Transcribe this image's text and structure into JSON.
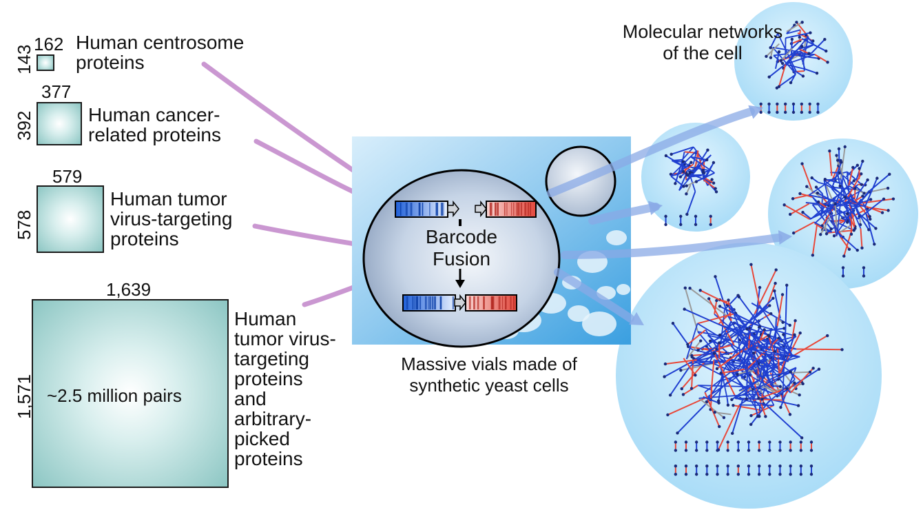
{
  "inputs": [
    {
      "width": "162",
      "height": "143",
      "label": "Human centrosome\nproteins"
    },
    {
      "width": "377",
      "height": "392",
      "label": "Human cancer-\nrelated proteins"
    },
    {
      "width": "579",
      "height": "578",
      "label": "Human tumor\nvirus-targeting\nproteins"
    },
    {
      "width": "1,639",
      "height": "1,571",
      "label": "Human\ntumor virus-\ntargeting\nproteins\nand\narbitrary-\npicked\nproteins",
      "inner": "~2.5 million pairs"
    }
  ],
  "center": {
    "label": "Barcode\nFusion",
    "caption": "Massive vials made of\nsynthetic yeast cells"
  },
  "output_label": "Molecular networks\nof the cell",
  "colors": {
    "arrow_in": "#c48ccc",
    "arrow_out": "#8aa9e6",
    "edge_red": "#e8483a",
    "edge_blue": "#1f3fd0",
    "edge_gray": "#9a9a9a",
    "bubble": "#bde7fb"
  }
}
